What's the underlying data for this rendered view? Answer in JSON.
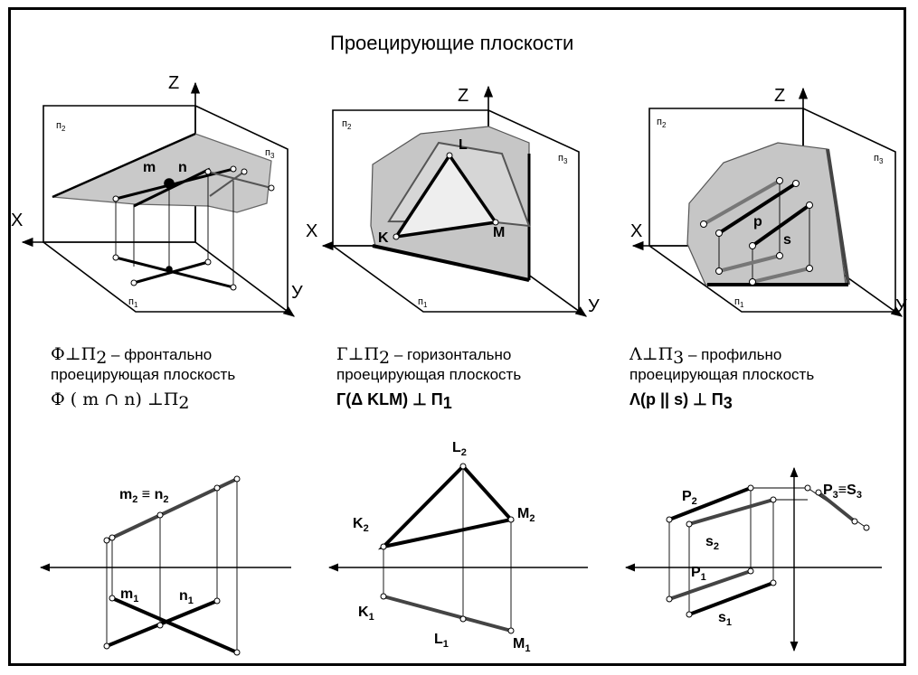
{
  "title": "Проецирующие  плоскости",
  "axes": {
    "x": "X",
    "y": "У",
    "z": "Z"
  },
  "planes": {
    "p1": "п",
    "p1_sub": "1",
    "p2": "п",
    "p2_sub": "2",
    "p3": "п",
    "p3_sub": "3"
  },
  "panel1": {
    "labels": {
      "m": "m",
      "n": "n"
    },
    "caption": {
      "line1_sym": "Ф⊥П",
      "line1_sub": "2",
      "line1_text": " – фронтально",
      "line2": "проецирующая плоскость",
      "line3_a": "Ф ( m ",
      "line3_cap": "∩",
      "line3_b": " n) ⊥П",
      "line3_sub": "2"
    },
    "epure": {
      "m2n2_a": "m",
      "m2n2_a_sub": "2",
      "m2n2_eq": " ≡ ",
      "m2n2_b": "n",
      "m2n2_b_sub": "2",
      "m1": "m",
      "m1_sub": "1",
      "n1": "n",
      "n1_sub": "1"
    }
  },
  "panel2": {
    "labels": {
      "K": "K",
      "L": "L",
      "M": "M"
    },
    "caption": {
      "line1_sym": "Г⊥П",
      "line1_sub": "2",
      "line1_text": " – горизонтально",
      "line2": "проецирующая плоскость",
      "line3": "Г(Δ KLM) ⊥ П",
      "line3_sub": "1"
    },
    "epure": {
      "L2": "L",
      "L2_sub": "2",
      "M2": "M",
      "M2_sub": "2",
      "K2": "K",
      "K2_sub": "2",
      "K1": "K",
      "K1_sub": "1",
      "L1": "L",
      "L1_sub": "1",
      "M1": "M",
      "M1_sub": "1"
    }
  },
  "panel3": {
    "labels": {
      "p": "p",
      "s": "s"
    },
    "caption": {
      "line1_sym": "Λ⊥П",
      "line1_sub": "3",
      "line1_text": " – профильно",
      "line2": "проецирующая плоскость",
      "line3": "Λ(p || s) ⊥ П",
      "line3_sub": "3"
    },
    "epure": {
      "P2": "P",
      "P2_sub": "2",
      "P3": "P",
      "P3_sub": "3",
      "P3eq": "≡",
      "S3": "S",
      "S3_sub": "3",
      "s2": "s",
      "s2_sub": "2",
      "P1": "P",
      "P1_sub": "1",
      "s1": "s",
      "s1_sub": "1"
    }
  }
}
